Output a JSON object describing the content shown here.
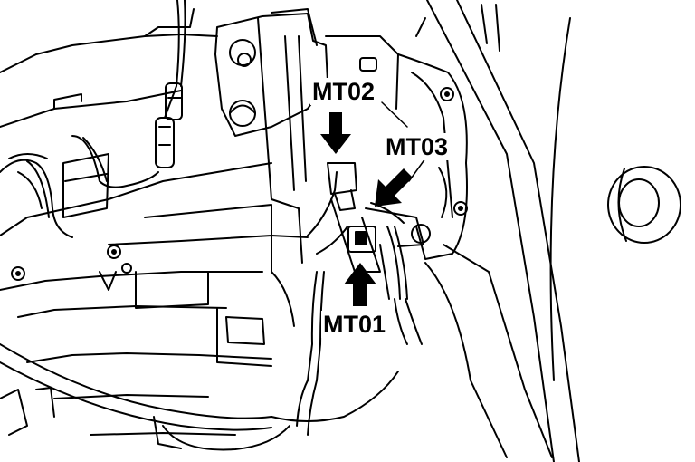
{
  "callouts": {
    "mt02": "MT02",
    "mt03": "MT03",
    "mt01": "MT01"
  },
  "colors": {
    "ink": "#000000",
    "paper": "#ffffff"
  }
}
